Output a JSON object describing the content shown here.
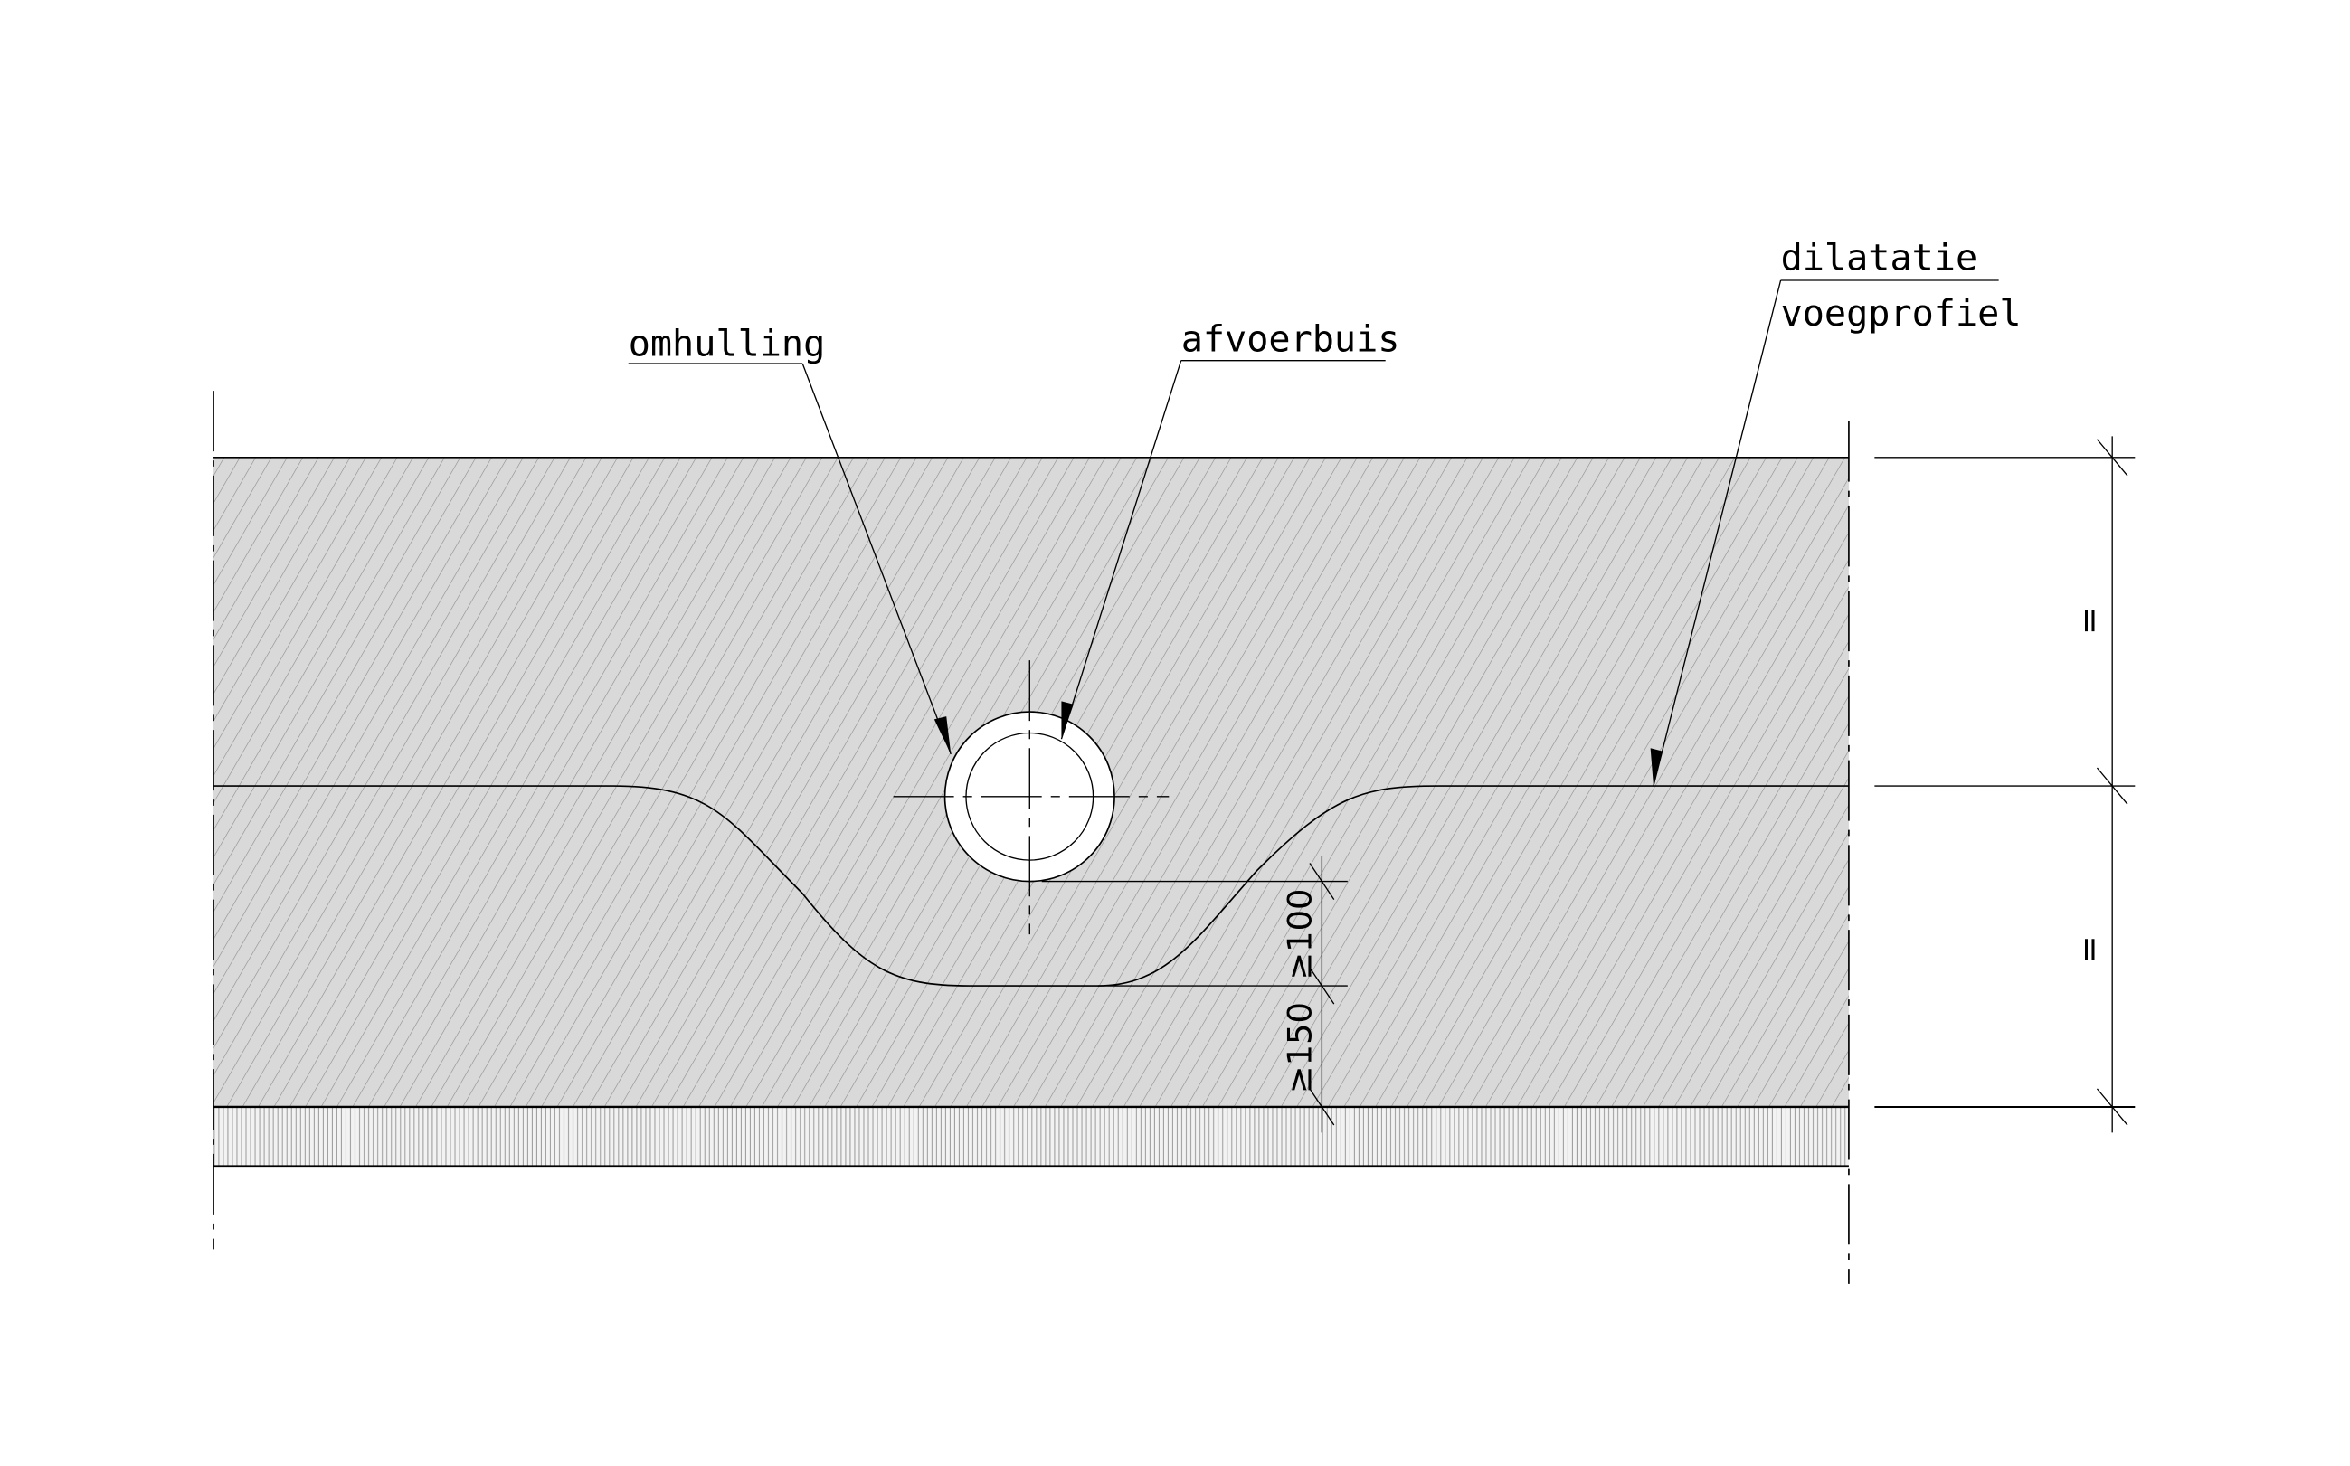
{
  "labels": {
    "omhulling": "omhulling",
    "afvoerbuis": "afvoerbuis",
    "dilatatie": "dilatatie",
    "voegprofiel": "voegprofiel"
  },
  "dimensions": {
    "upper_equal": "=",
    "lower_equal": "=",
    "min_cover_pipe": "≥100",
    "min_below": "≥150"
  },
  "colors": {
    "slab_fill": "#d9d9d9",
    "hatch": "#8a8a8a",
    "line": "#000000"
  }
}
